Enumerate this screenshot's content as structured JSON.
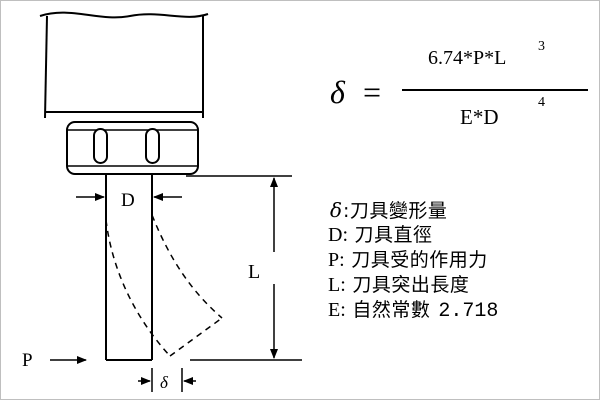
{
  "formula": {
    "lhs": "δ",
    "equals": "=",
    "numerator": "6.74*P*L",
    "numerator_exponent": "3",
    "denominator": "E*D",
    "denominator_exponent": "4"
  },
  "labels": {
    "diameter": "D",
    "length": "L",
    "force": "P",
    "deflection": "δ"
  },
  "legend": [
    {
      "symbol": "δ",
      "key": "",
      "text": ":刀具變形量",
      "value": ""
    },
    {
      "symbol": "",
      "key": "D:",
      "text": " 刀具直徑",
      "value": ""
    },
    {
      "symbol": "",
      "key": "P:",
      "text": " 刀具受的作用力",
      "value": ""
    },
    {
      "symbol": "",
      "key": "L:",
      "text": " 刀具突出長度",
      "value": ""
    },
    {
      "symbol": "",
      "key": "E:",
      "text": " 自然常數",
      "value": "2.718"
    }
  ],
  "colors": {
    "line": "#000000",
    "background": "#ffffff",
    "frame": "#bfbfbf"
  }
}
